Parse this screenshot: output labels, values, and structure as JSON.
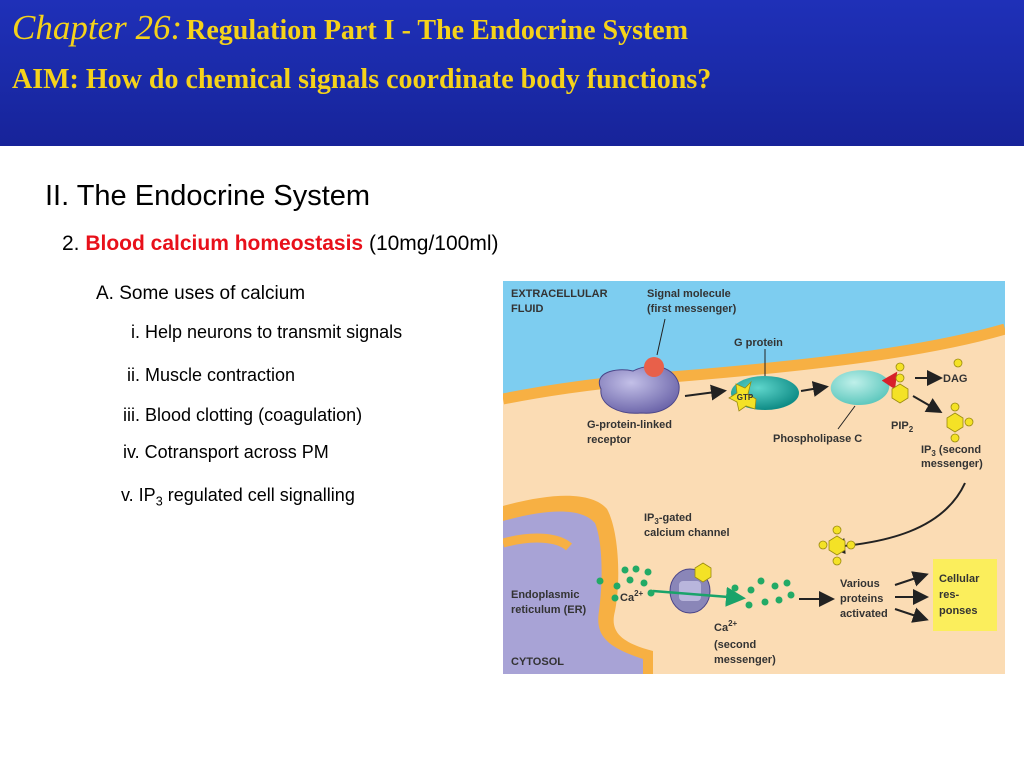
{
  "header": {
    "chapter": "Chapter 26:",
    "chapter_subtitle": "Regulation Part I - The Endocrine System",
    "aim": "AIM: How do chemical signals coordinate body functions?"
  },
  "content": {
    "section_title": "II. The Endocrine System",
    "subtopic_number": "2.",
    "subtopic_highlight": "Blood calcium homeostasis",
    "subtopic_value": "(10mg/100ml)",
    "uses_heading": "A. Some uses of calcium",
    "uses": [
      "i. Help neurons to transmit signals",
      "ii. Muscle contraction",
      "iii. Blood clotting (coagulation)",
      "iv. Cotransport across PM"
    ],
    "use_v_prefix": "v. IP",
    "use_v_sub": "3",
    "use_v_suffix": " regulated cell signalling"
  },
  "diagram": {
    "extracellular_1": "EXTRACELLULAR",
    "extracellular_2": "FLUID",
    "signal_1": "Signal molecule",
    "signal_2": "(first messenger)",
    "g_protein": "G protein",
    "gtp": "GTP",
    "dag": "DAG",
    "receptor_1": "G-protein-linked",
    "receptor_2": "receptor",
    "phospholipase": "Phospholipase C",
    "pip": "PIP",
    "pip_sub": "2",
    "ip3_1": "IP",
    "ip3_1_sub": "3",
    "ip3_1_suffix": " (second",
    "ip3_2": "messenger)",
    "channel_1": "IP",
    "channel_1_sub": "3",
    "channel_1_suffix": "-gated",
    "channel_2": "calcium channel",
    "er_1": "Endoplasmic",
    "er_2": "reticulum (ER)",
    "ca_label": "Ca",
    "ca_sup": "2+",
    "ca2_1": "Ca",
    "ca2_1_sup": "2+",
    "ca2_2": "(second",
    "ca2_3": "messenger)",
    "various_1": "Various",
    "various_2": "proteins",
    "various_3": "activated",
    "cellular_1": "Cellular",
    "cellular_2": "res-",
    "cellular_3": "ponses",
    "cytosol": "CYTOSOL"
  },
  "colors": {
    "header_bg": "#1a2aa8",
    "header_text": "#f5d21a",
    "highlight_red": "#e8101a",
    "extracellular": "#7dcdf0",
    "cytosol": "#fbdcb4",
    "membrane": "#f7b043",
    "er": "#a8a3d6",
    "calcium_dots": "#22aa66",
    "response_box": "#fbee5c"
  }
}
